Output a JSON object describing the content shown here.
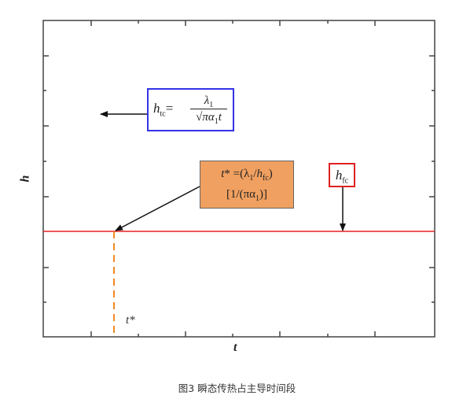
{
  "chart_data": {
    "type": "line",
    "title": "",
    "xlabel": "t",
    "ylabel": "h",
    "grid": false,
    "xlim": [
      0,
      8
    ],
    "ylim": [
      0,
      9
    ],
    "x_ticks_count": 7,
    "y_ticks_count": 8,
    "series": [
      {
        "name": "h_fc",
        "color": "#e02020",
        "type": "horizontal_line",
        "y": 3
      }
    ],
    "markers": [
      {
        "name": "t*",
        "color": "#f08020",
        "style": "dashed_vertical",
        "x": 1.5,
        "y_range": [
          0,
          3
        ]
      }
    ],
    "annotations": [
      {
        "id": "formula_hfc_transient",
        "text": "h_tc = λ1 / √(π α1 t)",
        "border_color": "#3333e6",
        "arrow": "left"
      },
      {
        "id": "formula_tstar",
        "text": "t* = (λ1/h_fc)[1/(π α1)]",
        "fill_color": "#f0a060",
        "arrow": "to t* intersection"
      },
      {
        "id": "label_hfc",
        "text": "h_fc",
        "border_color": "#e02020",
        "arrow": "down to red line"
      },
      {
        "id": "label_tstar",
        "text": "t*"
      }
    ]
  },
  "figure": {
    "caption": "图3 瞬态传热占主导时间段",
    "xlabel": "t",
    "ylabel": "h",
    "formula_box": {
      "h": "h",
      "h_sub": "tc",
      "equals": "=",
      "num": "λ",
      "num_sub": "1",
      "den_prefix": "√πα",
      "den_sub": "1",
      "den_suffix": "t"
    },
    "tstar_box": {
      "line1_t": "t",
      "line1_rest": "* =(λ",
      "line1_sub1": "1",
      "line1_slash": "/",
      "line1_h": "h",
      "line1_hsub": "fc",
      "line1_close": ")",
      "line2": "[1/(πα",
      "line2_sub": "1",
      "line2_close": ")]"
    },
    "hfc_box": {
      "h": "h",
      "sub": "fc"
    },
    "tstar_label": "t*"
  }
}
